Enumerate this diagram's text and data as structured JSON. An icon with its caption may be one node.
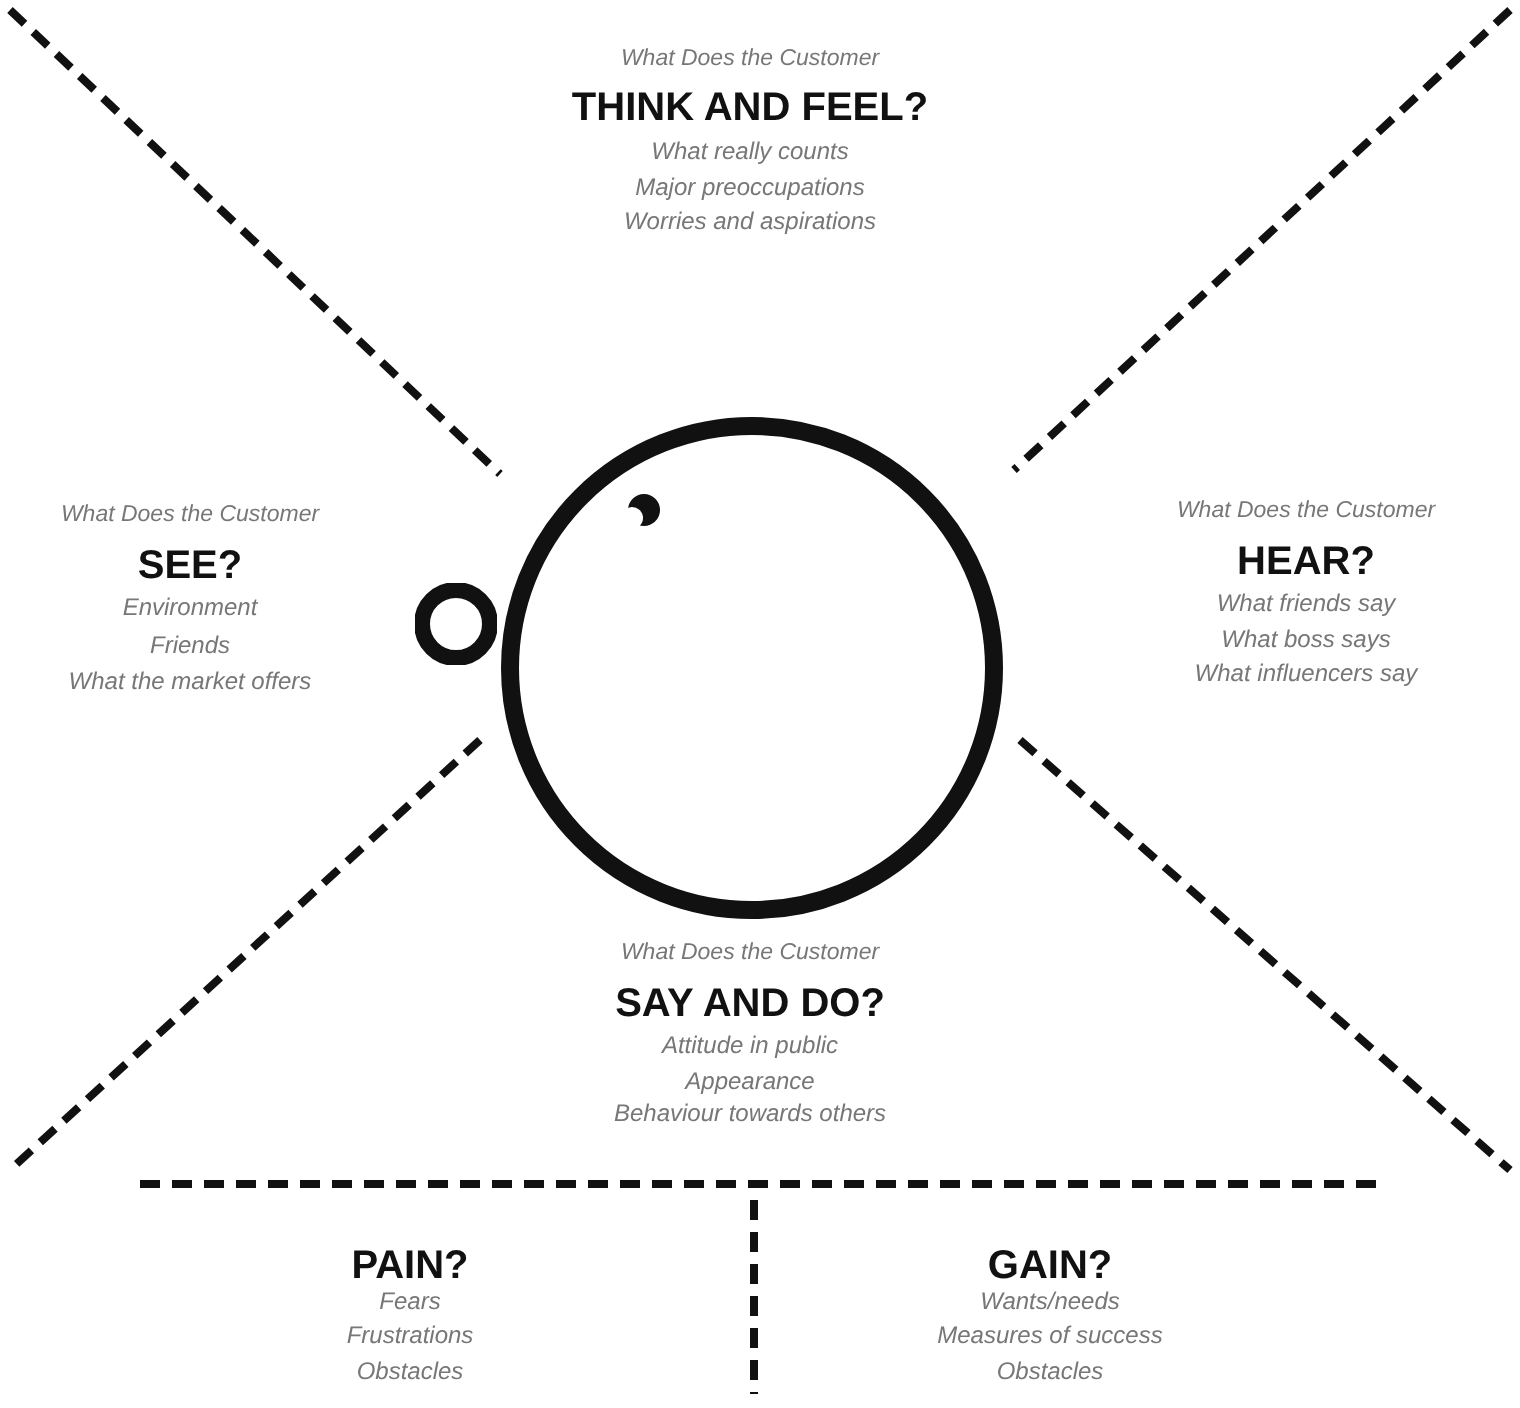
{
  "diagram": {
    "labels": [
      "What Does the Customer",
      "THINK AND FEEL?",
      "What really counts",
      "Major preoccupations",
      "Worries and aspirations",
      "What Does the Customer",
      "SEE?",
      "Environment",
      "Friends",
      "What the market offers",
      "What Does the Customer",
      "HEAR?",
      "What friends say",
      "What boss says",
      "What influencers say",
      "What Does the Customer",
      "SAY AND DO?",
      "Attitude in public",
      "Appearance",
      "Behaviour towards others",
      "PAIN?",
      "Fears",
      "Frustrations",
      "Obstacles",
      "GAIN?",
      "Wants/needs",
      "Measures of success",
      "Obstacles"
    ]
  }
}
